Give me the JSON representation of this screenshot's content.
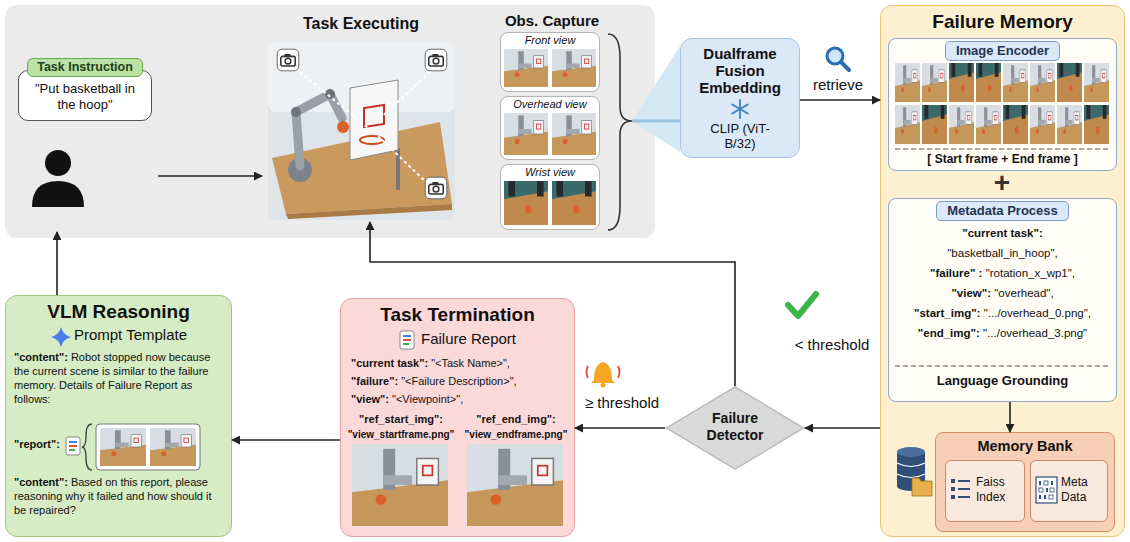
{
  "diagram": {
    "nodes": [
      {
        "text": [
          "Task Instruction",
          "\"Put basketball in the hoop\""
        ]
      },
      {
        "text": [
          "Task Executing"
        ]
      },
      {
        "text": [
          "Obs. Capture"
        ]
      },
      {
        "text": [
          "Front view"
        ],
        "in": 2
      },
      {
        "text": [
          "Overhead view"
        ],
        "in": 2
      },
      {
        "text": [
          "Wrist view"
        ],
        "in": 2
      },
      {
        "text": [
          "Dualframe Fusion Embedding",
          "CLIP (ViT-B/32)"
        ]
      },
      {
        "text": [
          "Failure Memory"
        ]
      },
      {
        "text": [
          "Image Encoder",
          "[ Start frame + End frame ]"
        ],
        "in": 7
      },
      {
        "text": [
          "Metadata Process",
          "\"current task\":",
          "\"basketball_in_hoop\",",
          "\"failure\" :",
          "\"rotation_x_wp1\",",
          "\"view\":",
          "\"overhead\",",
          "\"start_img\":",
          "\".../overhead_0.png\",",
          "\"end_img\":",
          "\".../overhead_3.png\"",
          "Language Grounding"
        ],
        "in": 7
      },
      {
        "text": [
          "Memory Bank"
        ],
        "in": 7
      },
      {
        "text": [
          "Faiss Index"
        ],
        "in": 10
      },
      {
        "text": [
          "Meta Data"
        ],
        "in": 10
      },
      {
        "text": [
          "Failure Detector"
        ]
      },
      {
        "text": [
          "Task Termination",
          "Failure Report",
          "\"current task\":",
          "\"<Task Name>\",",
          "\"failure\":",
          "\"<Failure Description>\",",
          "\"view\":",
          "\"<Viewpoint>\",",
          "\"ref_start_img\":",
          "\"ref_end_img\":",
          "\"view_startframe.png\"",
          "\"view_endframe.png\""
        ]
      },
      {
        "text": [
          "VLM Reasoning",
          "Prompt Template",
          "\"content\":",
          "Robot stopped now because the current scene is similar to the failure memory. Details of Failure Report as follows:",
          "\"report\":",
          "\"content\":",
          "Based on this report, please reasoning why it failed and how should it be repaired?"
        ]
      }
    ],
    "edges": [
      {
        "from": 0,
        "to": 1,
        "arrow": "to"
      },
      {
        "from": 2,
        "to": 6,
        "arrow": "none"
      },
      {
        "from": 6,
        "to": 7,
        "label": "retrieve",
        "arrow": "to"
      },
      {
        "from": 9,
        "to": 10,
        "arrow": "to"
      },
      {
        "from": 7,
        "to": 13,
        "arrow": "to"
      },
      {
        "from": 13,
        "to": 1,
        "label": "< threshold",
        "arrow": "to"
      },
      {
        "from": 13,
        "to": 14,
        "label": "≥ threshold",
        "arrow": "to"
      },
      {
        "from": 14,
        "to": 15,
        "arrow": "to"
      },
      {
        "from": 15,
        "to": 0,
        "arrow": "to"
      }
    ],
    "labels": [
      "+"
    ]
  }
}
